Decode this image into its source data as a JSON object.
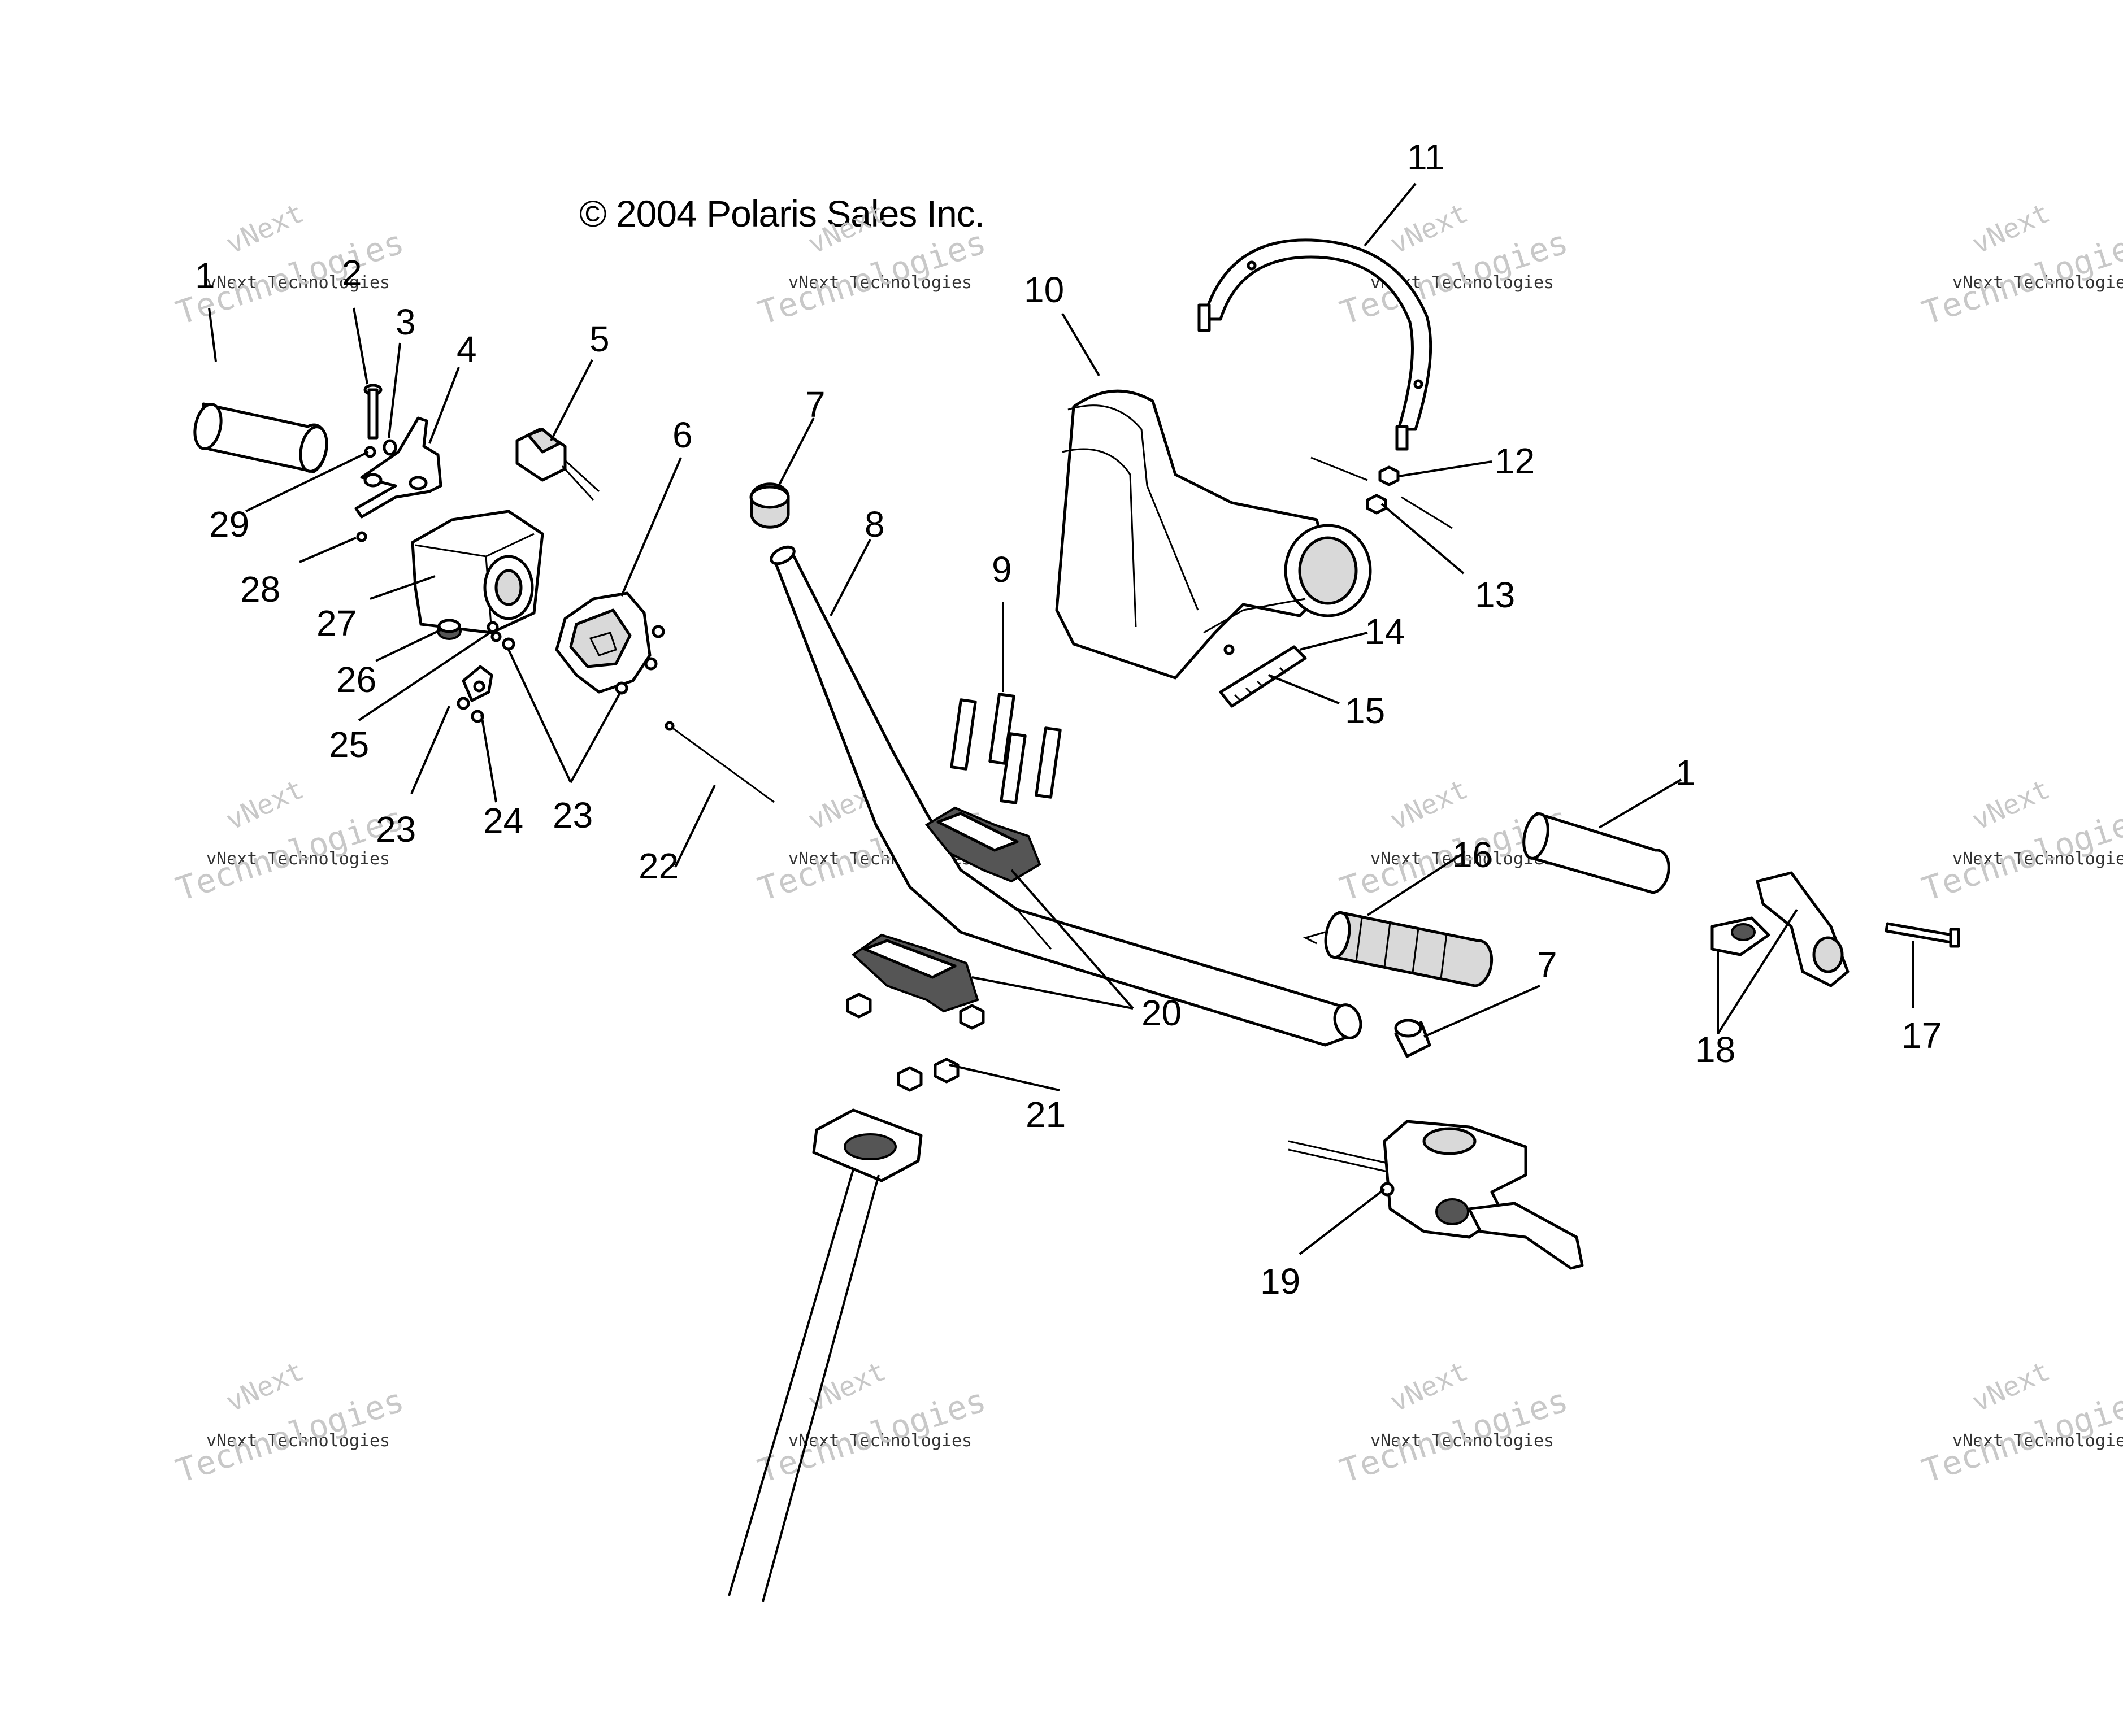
{
  "copyright": "© 2004 Polaris Sales Inc.",
  "watermark": {
    "line1": "vNext",
    "line2": "vNext Technologies",
    "line3": "Technologies",
    "color": "#c8c8c8"
  },
  "callouts": {
    "c1a": "1",
    "c2": "2",
    "c3": "3",
    "c4": "4",
    "c5": "5",
    "c6": "6",
    "c7a": "7",
    "c8": "8",
    "c9": "9",
    "c10": "10",
    "c11": "11",
    "c12": "12",
    "c13": "13",
    "c14": "14",
    "c15": "15",
    "c16": "16",
    "c1b": "1",
    "c7b": "7",
    "c17": "17",
    "c18": "18",
    "c19": "19",
    "c20": "20",
    "c21": "21",
    "c22": "22",
    "c23a": "23",
    "c23b": "23",
    "c24": "24",
    "c25": "25",
    "c26": "26",
    "c27": "27",
    "c28": "28",
    "c29": "29"
  }
}
